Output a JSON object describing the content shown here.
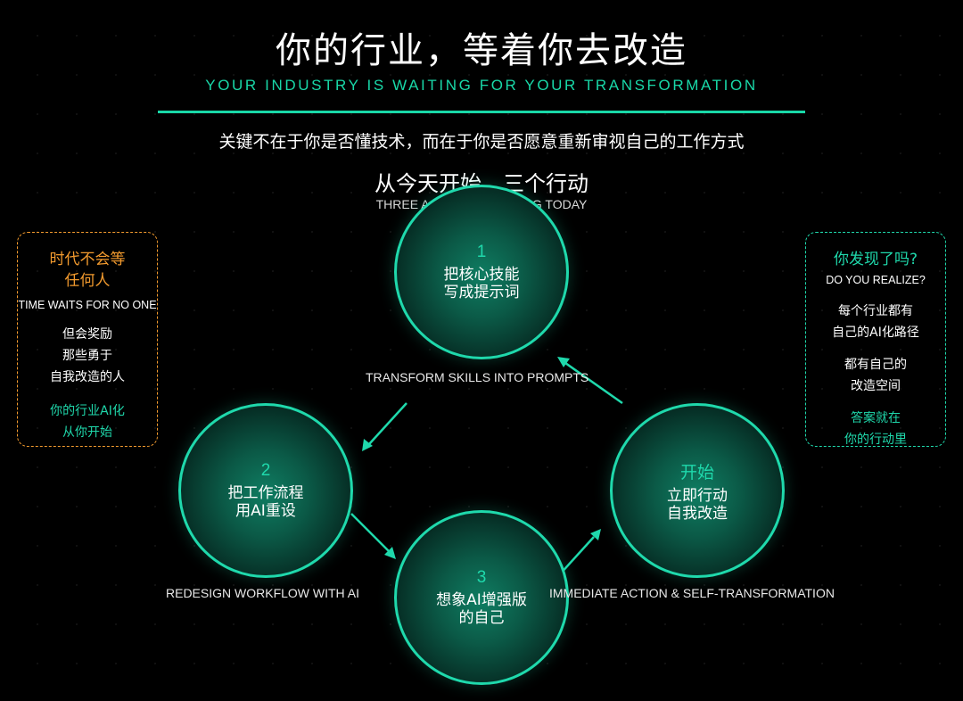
{
  "header": {
    "title": "你的行业，等着你去改造",
    "subtitle": "YOUR INDUSTRY IS WAITING FOR YOUR TRANSFORMATION",
    "tagline": "关键不在于你是否懂技术，而在于你是否愿意重新审视自己的工作方式",
    "actions_title": "从今天开始，三个行动",
    "actions_subtitle": "THREE ACTIONS STARTING TODAY"
  },
  "cycle": {
    "step1": {
      "number": "1",
      "line1": "把核心技能",
      "line2": "写成提示词",
      "label": "TRANSFORM SKILLS INTO PROMPTS"
    },
    "step2": {
      "number": "2",
      "line1": "把工作流程",
      "line2": "用AI重设",
      "label": "REDESIGN WORKFLOW WITH AI"
    },
    "step3": {
      "number": "3",
      "line1": "想象AI增强版",
      "line2": "的自己"
    },
    "start": {
      "title": "开始",
      "line1": "立即行动",
      "line2": "自我改造",
      "label": "IMMEDIATE ACTION & SELF-TRANSFORMATION"
    }
  },
  "left_box": {
    "title_line1": "时代不会等",
    "title_line2": "任何人",
    "subtitle": "TIME WAITS FOR NO ONE",
    "body": [
      "但会奖励",
      "那些勇于",
      "自我改造的人"
    ],
    "highlight": [
      "你的行业AI化",
      "从你开始"
    ]
  },
  "right_box": {
    "title": "你发现了吗?",
    "subtitle": "DO YOU REALIZE?",
    "body1": [
      "每个行业都有",
      "自己的AI化路径"
    ],
    "body2": [
      "都有自己的",
      "改造空间"
    ],
    "highlight": [
      "答案就在",
      "你的行动里"
    ]
  },
  "colors": {
    "accent": "#1fd9ac",
    "orange": "#f29a2e",
    "background": "#000000"
  }
}
